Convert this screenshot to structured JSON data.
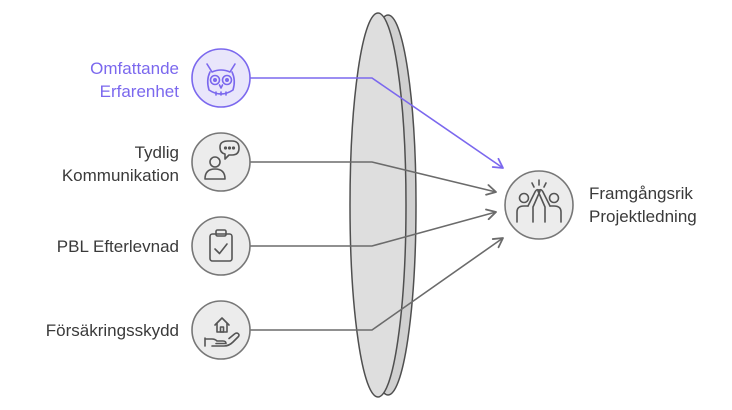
{
  "diagram": {
    "inputs": [
      {
        "line1": "Omfattande",
        "line2": "Erfarenhet",
        "icon": "owl-icon",
        "highlighted": true
      },
      {
        "line1": "Tydlig",
        "line2": "Kommunikation",
        "icon": "person-speech-icon",
        "highlighted": false
      },
      {
        "line1": "PBL Efterlevnad",
        "line2": "",
        "icon": "clipboard-check-icon",
        "highlighted": false
      },
      {
        "line1": "Försäkringsskydd",
        "line2": "",
        "icon": "house-hand-icon",
        "highlighted": false
      }
    ],
    "output": {
      "line1": "Framgångsrik",
      "line2": "Projektledning",
      "icon": "high-five-icon"
    }
  },
  "colors": {
    "highlight": "#7b68ee",
    "highlight_fill": "#e9e6fb",
    "neutral_text": "#3a3a3a",
    "neutral_stroke": "#6b6b6b",
    "node_fill": "#ececec",
    "node_stroke": "#777777",
    "lens_fill": "#d9d9d9",
    "lens_stroke": "#4f4f4f"
  }
}
